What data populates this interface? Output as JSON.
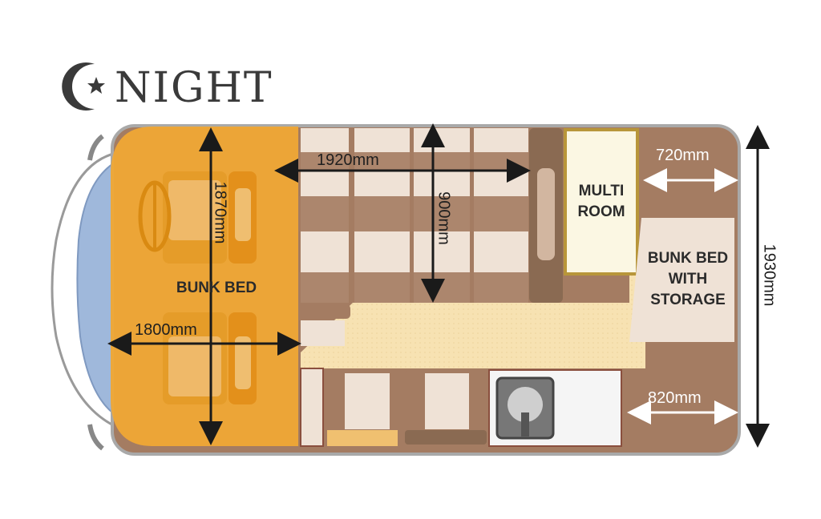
{
  "logo": {
    "text": "NIGHT",
    "icon": "crescent-star-icon"
  },
  "labels": {
    "bunk_bed_front": "BUNK BED",
    "multi_room": "MULTI\nROOM",
    "bunk_bed_storage": "BUNK BED\nWITH\nSTORAGE"
  },
  "dimensions": {
    "front_height": "1870mm",
    "front_width": "1800mm",
    "bed_length": "1920mm",
    "bed_width": "900mm",
    "rear_top_width": "720mm",
    "rear_bottom_width": "820mm",
    "overall_width": "1930mm"
  },
  "colors": {
    "van_body": "#a47c62",
    "bunk_orange": "#f2a833",
    "floor": "#f7e2b2",
    "cushion_light": "#efe2d6",
    "multi_room_border": "#b8963a",
    "outline": "#8a8a8a"
  }
}
